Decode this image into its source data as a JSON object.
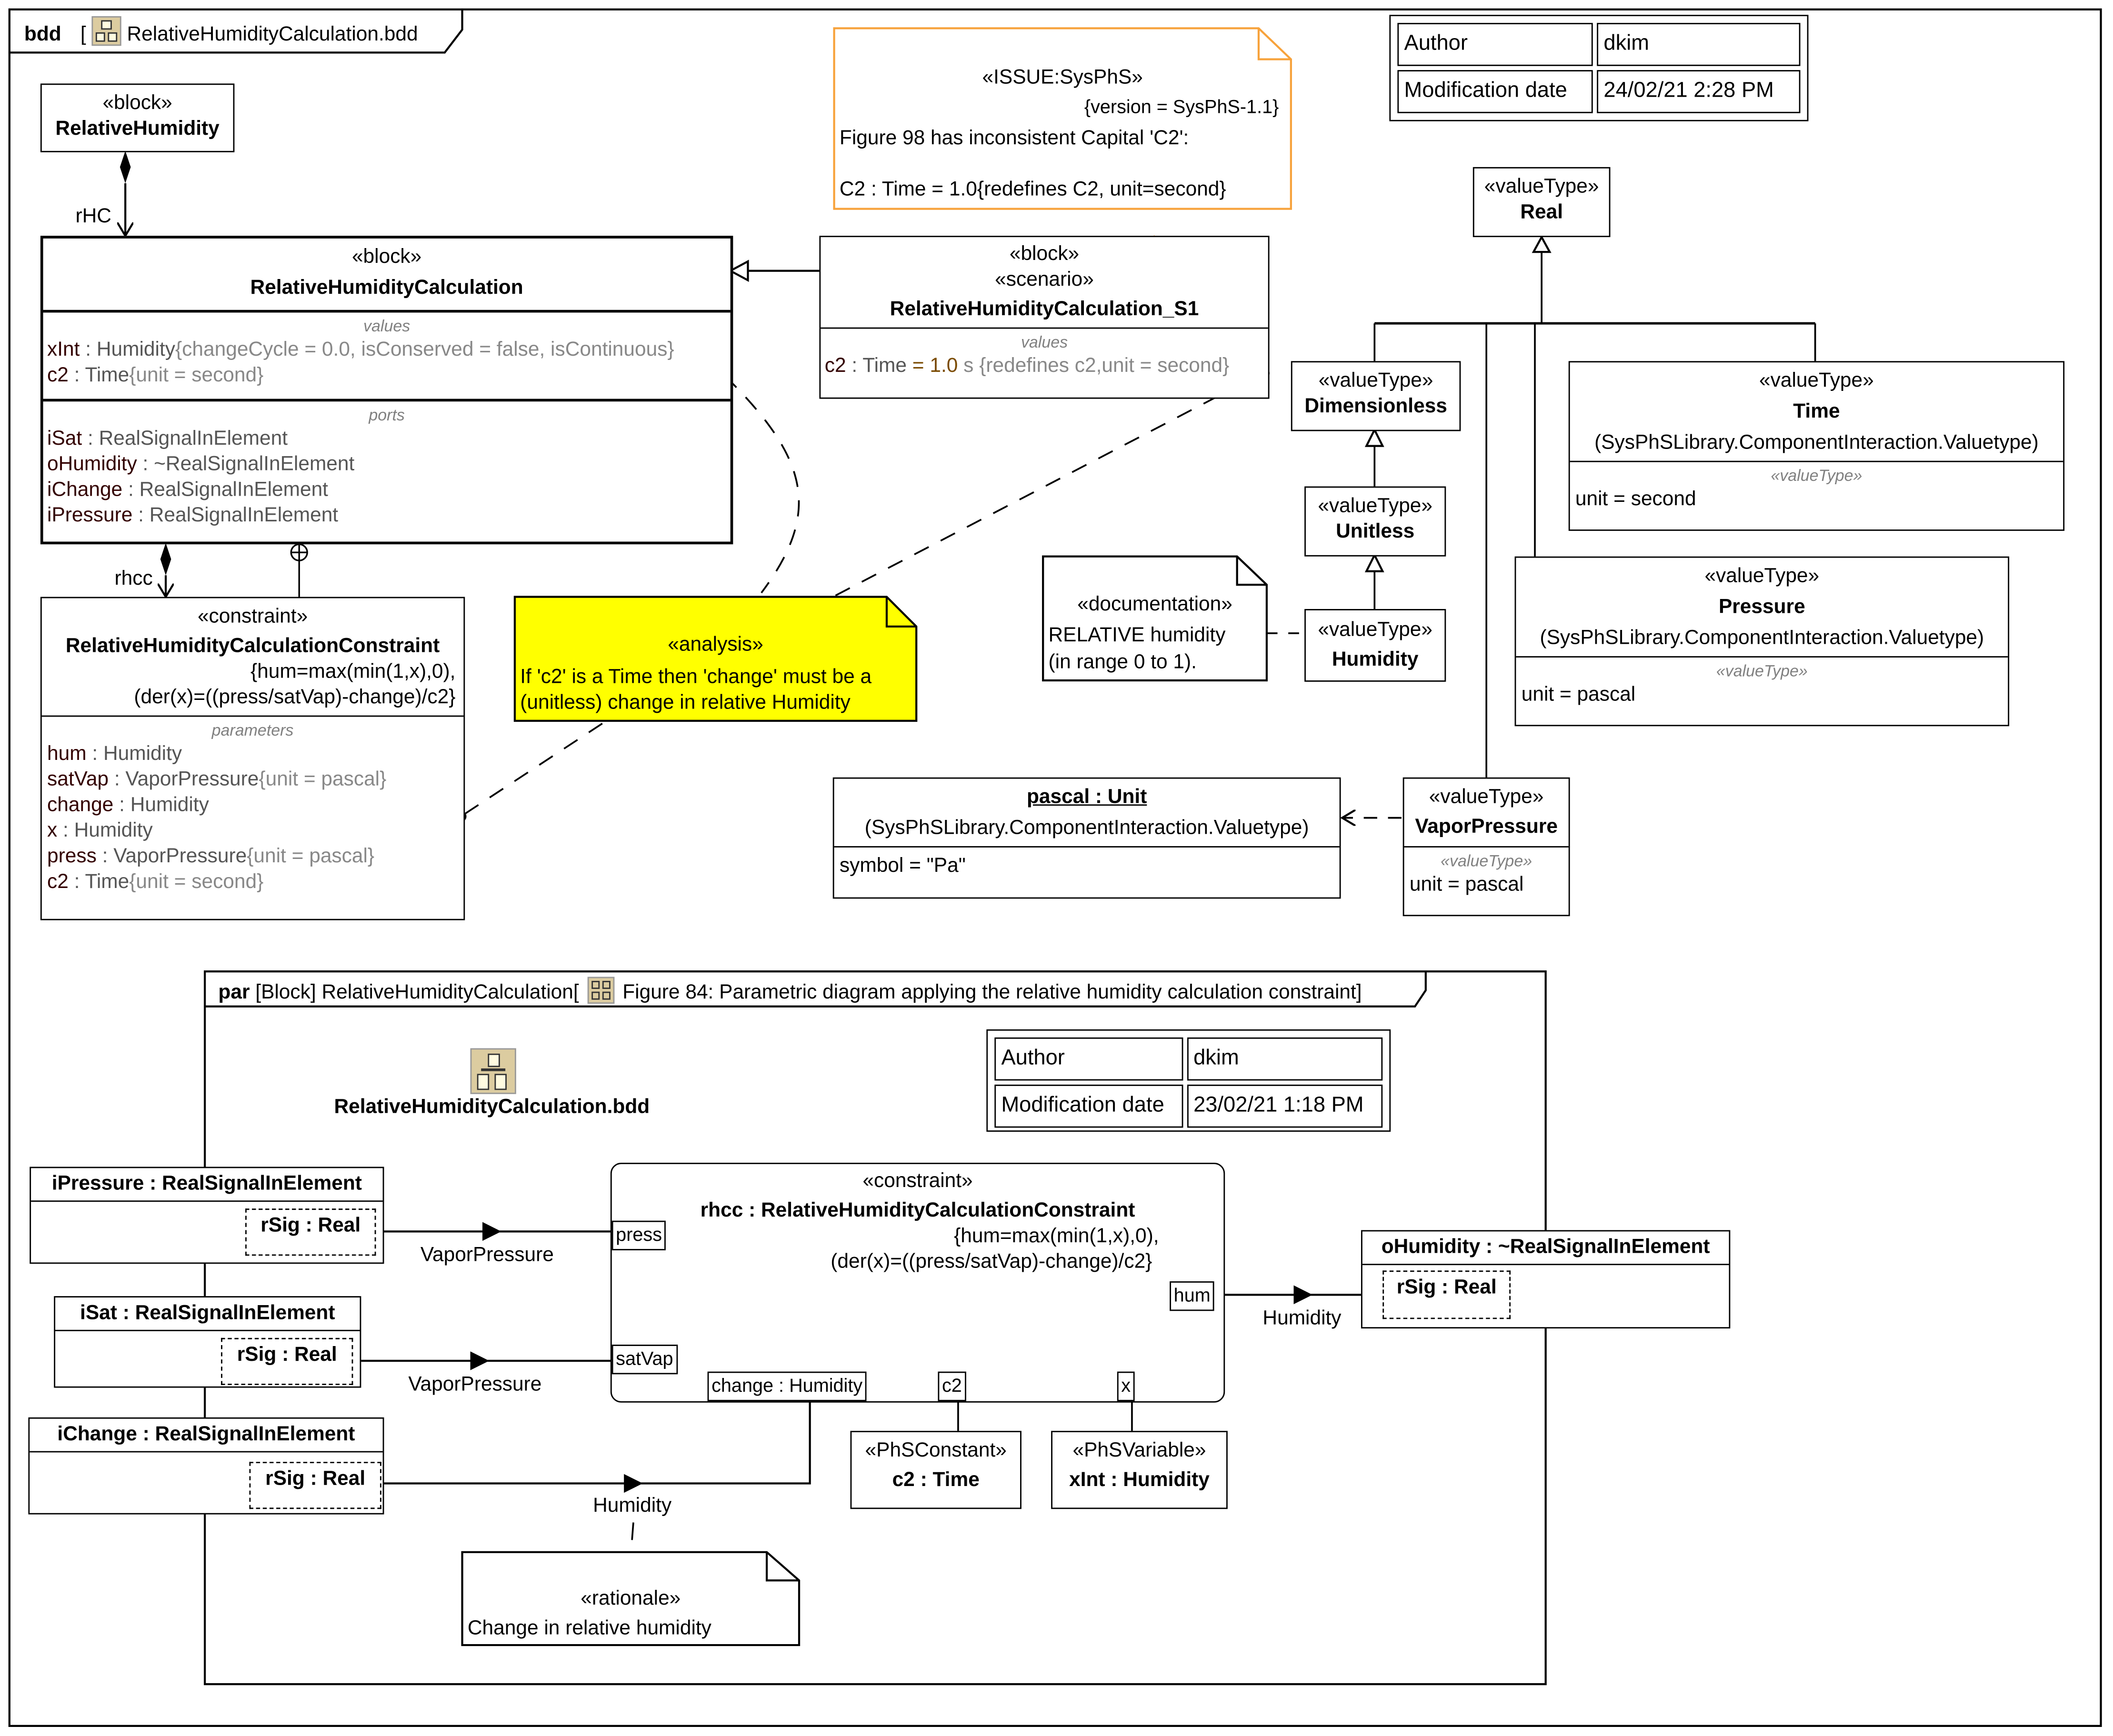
{
  "bdd_frame": {
    "kind": "bdd",
    "name": "RelativeHumidityCalculation.bdd",
    "icon": "diagram-icon"
  },
  "meta_top": {
    "rows": [
      {
        "key": "Author",
        "value": "dkim"
      },
      {
        "key": "Modification date",
        "value": "24/02/21 2:28 PM"
      }
    ]
  },
  "relative_humidity": {
    "stereotype": "«block»",
    "name": "RelativeHumidity"
  },
  "assoc_rhc": {
    "role": "rHC"
  },
  "rhc_block": {
    "stereotype": "«block»",
    "name": "RelativeHumidityCalculation",
    "values_label": "values",
    "values": [
      {
        "name": "xInt",
        "type": " : Humidity",
        "constraint": "{changeCycle = 0.0, isConserved = false, isContinuous}"
      },
      {
        "name": "c2",
        "type": " : Time",
        "constraint": "{unit = second}"
      }
    ],
    "ports_label": "ports",
    "ports": [
      {
        "name": "iSat",
        "type": " : RealSignalInElement"
      },
      {
        "name": "oHumidity",
        "type": " : ~RealSignalInElement"
      },
      {
        "name": "iChange",
        "type": " : RealSignalInElement"
      },
      {
        "name": "iPressure",
        "type": " : RealSignalInElement"
      }
    ]
  },
  "assoc_rhcc": {
    "role": "rhcc"
  },
  "constraint_block": {
    "stereotype": "«constraint»",
    "name": "RelativeHumidityCalculationConstraint",
    "expr1": "{hum=max(min(1,x),0),",
    "expr2": "(der(x)=((press/satVap)-change)/c2}",
    "params_label": "parameters",
    "params": [
      {
        "name": "hum",
        "type": " : Humidity",
        "constraint": ""
      },
      {
        "name": "satVap",
        "type": " : VaporPressure",
        "constraint": "{unit = pascal}"
      },
      {
        "name": "change",
        "type": " : Humidity",
        "constraint": ""
      },
      {
        "name": "x",
        "type": " : Humidity",
        "constraint": ""
      },
      {
        "name": "press ",
        "type": " : VaporPressure",
        "constraint": "{unit = pascal}"
      },
      {
        "name": "c2",
        "type": " : Time",
        "constraint": "{unit = second}"
      }
    ]
  },
  "issue_note": {
    "stereotype": "«ISSUE:SysPhS»",
    "tag": "{version = SysPhS-1.1}",
    "line1": "Figure 98 has inconsistent Capital 'C2':",
    "line2": "C2 : Time = 1.0{redefines C2, unit=second}",
    "color": "#F7A23B"
  },
  "scenario_block": {
    "stereotype1": "«block»",
    "stereotype2": "«scenario»",
    "name": "RelativeHumidityCalculation_S1",
    "values_label": "values",
    "value_name": "c2",
    "value_type": " : Time ",
    "value_eq": "= 1.0",
    "value_unit": " s ",
    "value_constraint": "{redefines c2,unit = second}"
  },
  "analysis_note": {
    "stereotype": "«analysis»",
    "line1": "If 'c2' is a Time then 'change' must be a",
    "line2": "(unitless) change in relative Humidity",
    "color": "#FFFF00"
  },
  "real_type": {
    "stereotype": "«valueType»",
    "name": "Real"
  },
  "dimensionless_type": {
    "stereotype": "«valueType»",
    "name": "Dimensionless"
  },
  "unitless_type": {
    "stereotype": "«valueType»",
    "name": "Unitless"
  },
  "humidity_type": {
    "stereotype": "«valueType»",
    "name": "Humidity"
  },
  "doc_note": {
    "stereotype": "«documentation»",
    "line1": "RELATIVE humidity",
    "line2": "(in range 0 to 1)."
  },
  "time_type": {
    "stereotype": "«valueType»",
    "name": "Time",
    "owner": "(SysPhSLibrary.ComponentInteraction.Valuetype)",
    "section_label": "«valueType»",
    "prop": "unit = second"
  },
  "pressure_type": {
    "stereotype": "«valueType»",
    "name": "Pressure",
    "owner": "(SysPhSLibrary.ComponentInteraction.Valuetype)",
    "section_label": "«valueType»",
    "prop": "unit = pascal"
  },
  "pascal_unit": {
    "name": "pascal : Unit",
    "owner": "(SysPhSLibrary.ComponentInteraction.Valuetype)",
    "prop": "symbol = \"Pa\""
  },
  "vapor_pressure_type": {
    "stereotype": "«valueType»",
    "name": "VaporPressure",
    "section_label": "«valueType»",
    "prop": "unit = pascal"
  },
  "par_frame": {
    "kind": "par",
    "context": "[Block] RelativeHumidityCalculation[",
    "title": "Figure 84: Parametric diagram applying the relative humidity calculation constraint]",
    "icon": "diagram-icon",
    "bdd_link_label": "RelativeHumidityCalculation.bdd"
  },
  "meta_par": {
    "rows": [
      {
        "key": "Author",
        "value": "dkim"
      },
      {
        "key": "Modification date",
        "value": "23/02/21 1:18 PM"
      }
    ]
  },
  "par_parts": {
    "ipressure": {
      "title": "iPressure : RealSignalInElement",
      "inner": "rSig : Real"
    },
    "isat": {
      "title": "iSat : RealSignalInElement",
      "inner": "rSig : Real"
    },
    "ichange": {
      "title": "iChange : RealSignalInElement",
      "inner": "rSig : Real"
    },
    "ohumidity": {
      "title": "oHumidity : ~RealSignalInElement",
      "inner": "rSig : Real"
    }
  },
  "rhcc_property": {
    "stereotype": "«constraint»",
    "name": "rhcc : RelativeHumidityCalculationConstraint",
    "expr1": "{hum=max(min(1,x),0),",
    "expr2": "(der(x)=((press/satVap)-change)/c2}",
    "ports": {
      "press": "press",
      "satVap": "satVap",
      "change": "change : Humidity",
      "c2": "c2",
      "x": "x",
      "hum": "hum"
    }
  },
  "flow_labels": {
    "press_flow": "VaporPressure",
    "sat_flow": "VaporPressure",
    "change_flow": "Humidity",
    "hum_flow": "Humidity"
  },
  "phs_constant": {
    "stereotype": "«PhSConstant»",
    "name": "c2 : Time"
  },
  "phs_variable": {
    "stereotype": "«PhSVariable»",
    "name": "xInt : Humidity"
  },
  "rationale_note": {
    "stereotype": "«rationale»",
    "text": "Change in relative humidity"
  }
}
